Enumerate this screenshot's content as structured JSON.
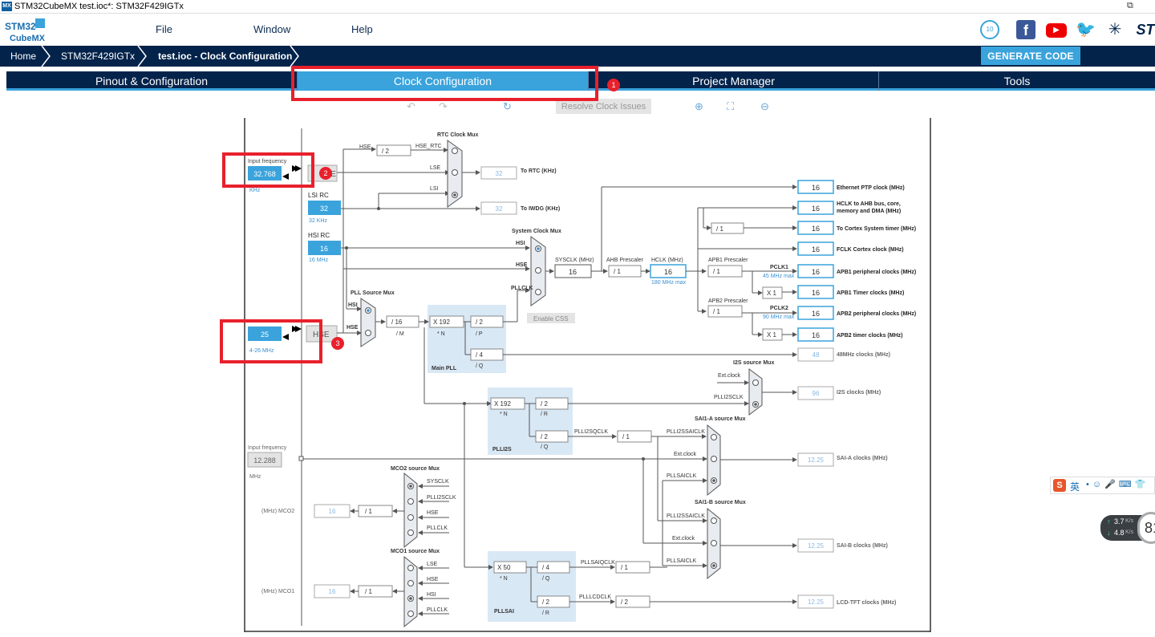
{
  "window": {
    "title": "STM32CubeMX test.ioc*: STM32F429IGTx",
    "icon_label": "MX"
  },
  "logo": {
    "line1": "STM32",
    "line2": "CubeMX"
  },
  "menu": [
    "File",
    "Window",
    "Help"
  ],
  "social_icons": [
    "anniversary-10-icon",
    "facebook-icon",
    "youtube-icon",
    "twitter-icon",
    "network-icon",
    "st-logo-icon"
  ],
  "breadcrumb": [
    "Home",
    "STM32F429IGTx",
    "test.ioc - Clock Configuration"
  ],
  "generate_label": "GENERATE CODE",
  "tabs": [
    "Pinout & Configuration",
    "Clock Configuration",
    "Project Manager",
    "Tools"
  ],
  "toolbar": {
    "resolve_label": "Resolve Clock Issues"
  },
  "annotations": [
    "1",
    "2",
    "3"
  ],
  "clock": {
    "lse_input": {
      "caption": "Input frequency",
      "value": "32.768",
      "unit": "KHz"
    },
    "lse_label": "LSE",
    "lsi_rc": {
      "caption": "LSI RC",
      "value": "32",
      "unit": "32 KHz"
    },
    "hsi_rc": {
      "caption": "HSI RC",
      "value": "16",
      "unit": "16 MHz"
    },
    "hse_input": {
      "value": "25",
      "unit": "4-26 MHz"
    },
    "hse_label": "HSE",
    "rtc_mux": {
      "title": "RTC Clock Mux",
      "hse_label": "HSE",
      "div": "/ 2",
      "hse_rtc": "HSE_RTC",
      "lse": "LSE",
      "lsi": "LSI",
      "out_value": "32",
      "out_label": "To RTC (KHz)"
    },
    "iwdg": {
      "value": "32",
      "label": "To IWDG (KHz)"
    },
    "sys_mux": {
      "title": "System Clock Mux",
      "hsi": "HSI",
      "hse": "HSE",
      "pllclk": "PLLCLK"
    },
    "pll_src": {
      "title": "PLL Source Mux",
      "hsi": "HSI",
      "hse": "HSE"
    },
    "main_pll": {
      "title": "Main PLL",
      "m": "/ 16",
      "m_lbl": "/ M",
      "n": "X 192",
      "n_lbl": "* N",
      "p": "/ 2",
      "p_lbl": "/ P",
      "q": "/ 4",
      "q_lbl": "/ Q"
    },
    "css": "Enable CSS",
    "sysclk": {
      "label": "SYSCLK (MHz)",
      "value": "16"
    },
    "ahb": {
      "label": "AHB Prescaler",
      "value": "/ 1"
    },
    "hclk": {
      "label": "HCLK (MHz)",
      "value": "16",
      "max": "180 MHz max"
    },
    "apb1": {
      "label": "APB1 Prescaler",
      "value": "/ 1",
      "pclk": "PCLK1",
      "max": "45 MHz max",
      "x": "X 1"
    },
    "apb2": {
      "label": "APB2 Prescaler",
      "value": "/ 1",
      "pclk": "PCLK2",
      "max": "90 MHz max",
      "x": "X 1"
    },
    "cortex_div": "/ 1",
    "outputs": [
      {
        "value": "16",
        "label": "Ethernet PTP clock (MHz)"
      },
      {
        "value": "16",
        "label": "HCLK to AHB bus, core,",
        "label2": "memory and DMA (MHz)"
      },
      {
        "value": "16",
        "label": "To Cortex System timer (MHz)"
      },
      {
        "value": "16",
        "label": "FCLK Cortex clock (MHz)"
      },
      {
        "value": "16",
        "label": "APB1 peripheral clocks (MHz)"
      },
      {
        "value": "16",
        "label": "APB1 Timer clocks (MHz)"
      },
      {
        "value": "16",
        "label": "APB2 peripheral clocks (MHz)"
      },
      {
        "value": "16",
        "label": "APB2 timer clocks (MHz)"
      }
    ],
    "clk48": {
      "value": "48",
      "label": "48MHz clocks (MHz)"
    },
    "i2s": {
      "title": "I2S source Mux",
      "ext": "Ext.clock",
      "plli2sclk": "PLLI2SCLK",
      "value": "96",
      "label": "I2S clocks (MHz)"
    },
    "plli2s": {
      "title": "PLLI2S",
      "n": "X 192",
      "n_lbl": "* N",
      "r": "/ 2",
      "r_lbl": "/ R",
      "q": "/ 2",
      "q_lbl": "/ Q",
      "qclk": "PLLI2SQCLK",
      "div": "/ 1"
    },
    "saia": {
      "title": "SAI1-A source Mux",
      "in1": "PLLI2SSAICLK",
      "in2": "Ext.clock",
      "in3": "PLLSAICLK",
      "value": "12.25",
      "label": "SAI-A clocks (MHz)"
    },
    "saib": {
      "title": "SAI1-B source Mux",
      "in1": "PLLI2SSAICLK",
      "in2": "Ext.clock",
      "in3": "PLLSAICLK",
      "value": "12.25",
      "label": "SAI-B clocks (MHz)"
    },
    "ext_input": {
      "caption": "Input frequency",
      "value": "12.288",
      "unit": "MHz"
    },
    "mco2": {
      "title": "MCO2 source Mux",
      "in": [
        "SYSCLK",
        "PLLI2SCLK",
        "HSE",
        "PLLCLK"
      ],
      "label": "(MHz) MCO2",
      "value": "16",
      "div": "/ 1"
    },
    "mco1": {
      "title": "MCO1 source Mux",
      "in": [
        "LSE",
        "HSE",
        "HSI",
        "PLLCLK"
      ],
      "label": "(MHz) MCO1",
      "value": "16",
      "div": "/ 1"
    },
    "pllsai": {
      "title": "PLLSAI",
      "n": "X 50",
      "n_lbl": "* N",
      "q": "/ 4",
      "q_lbl": "/ Q",
      "r": "/ 2",
      "r_lbl": "/ R",
      "qclk": "PLLSAIQCLK",
      "qdiv": "/ 1",
      "lcdclk": "PLLLCDCLK",
      "lcddiv": "/ 2"
    },
    "lcd": {
      "value": "12.25",
      "label": "LCD-TFT clocks (MHz)"
    }
  },
  "ime": {
    "brand": "S",
    "lang": "英"
  },
  "network": {
    "up": "3.7",
    "down": "4.8",
    "unit": "K/s",
    "pct": "81"
  }
}
